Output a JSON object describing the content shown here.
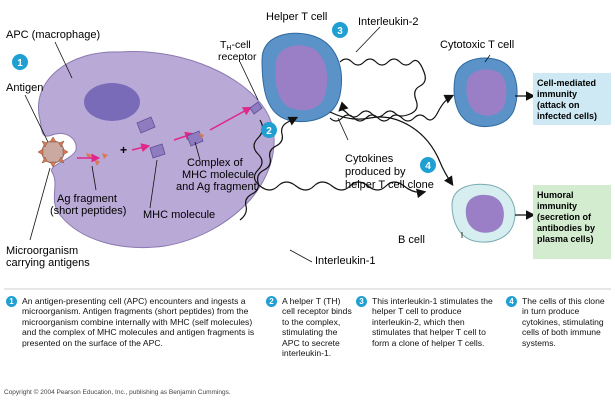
{
  "diagram": {
    "labels": {
      "apc": "APC (macrophage)",
      "antigen": "Antigen",
      "th_receptor_1": "T",
      "th_receptor_sub": "H",
      "th_receptor_2": "-cell",
      "th_receptor_3": "receptor",
      "helper_t_cell": "Helper T cell",
      "interleukin_2": "Interleukin-2",
      "cytotoxic_t_cell": "Cytotoxic T cell",
      "complex_1": "Complex of",
      "complex_2": "MHC molecule",
      "complex_3": "and Ag fragment",
      "ag_fragment_1": "Ag fragment",
      "ag_fragment_2": "(short peptides)",
      "mhc_molecule": "MHC molecule",
      "microorganism_1": "Microorganism",
      "microorganism_2": "carrying antigens",
      "cytokines_1": "Cytokines",
      "cytokines_2": "produced by",
      "cytokines_3": "helper T cell clone",
      "interleukin_1": "Interleukin-1",
      "b_cell": "B cell",
      "plus": "+"
    },
    "boxes": {
      "cell_mediated_1": "Cell-mediated",
      "cell_mediated_2": "immunity",
      "cell_mediated_3": "(attack on",
      "cell_mediated_4": "infected cells)",
      "humoral_1": "Humoral",
      "humoral_2": "immunity",
      "humoral_3": "(secretion of",
      "humoral_4": "antibodies by",
      "humoral_5": "plasma cells)"
    },
    "markers": {
      "m1": "1",
      "m2": "2",
      "m3": "3",
      "m4": "4"
    }
  },
  "steps": [
    {
      "number": "1",
      "text": "An antigen-presenting cell (APC) encounters and ingests a microorganism. Antigen fragments (short peptides) from the microorganism combine internally with MHC (self molecules) and the complex of MHC molecules and antigen fragments is presented on the surface of the  APC."
    },
    {
      "number": "2",
      "text": "A helper T (TH) cell receptor binds to the complex, stimulating the APC to secrete interleukin-1."
    },
    {
      "number": "3",
      "text": "This interleukin-1 stimulates the helper T cell to produce interleukin-2, which then stimulates that helper T cell to form a clone of helper T cells."
    },
    {
      "number": "4",
      "text": "The cells of this clone in turn produce cytokines, stimulating cells of both immune systems."
    }
  ],
  "copyright": "Copyright © 2004 Pearson Education, Inc., publishing as Benjamin Cummings.",
  "colors": {
    "apc_fill": "#b9a9d6",
    "nucleus_fill": "#7a6bb8",
    "t_cell_outer": "#5b93c9",
    "t_cell_inner": "#9a7fc6",
    "b_cell_outer": "#d6eef0",
    "b_cell_inner": "#9a7fc6",
    "marker_blue": "#1f9fd2",
    "arrow_pink": "#e0278a",
    "cell_box_fill": "#cfe9f4",
    "humoral_box_fill": "#d3ecd0"
  }
}
